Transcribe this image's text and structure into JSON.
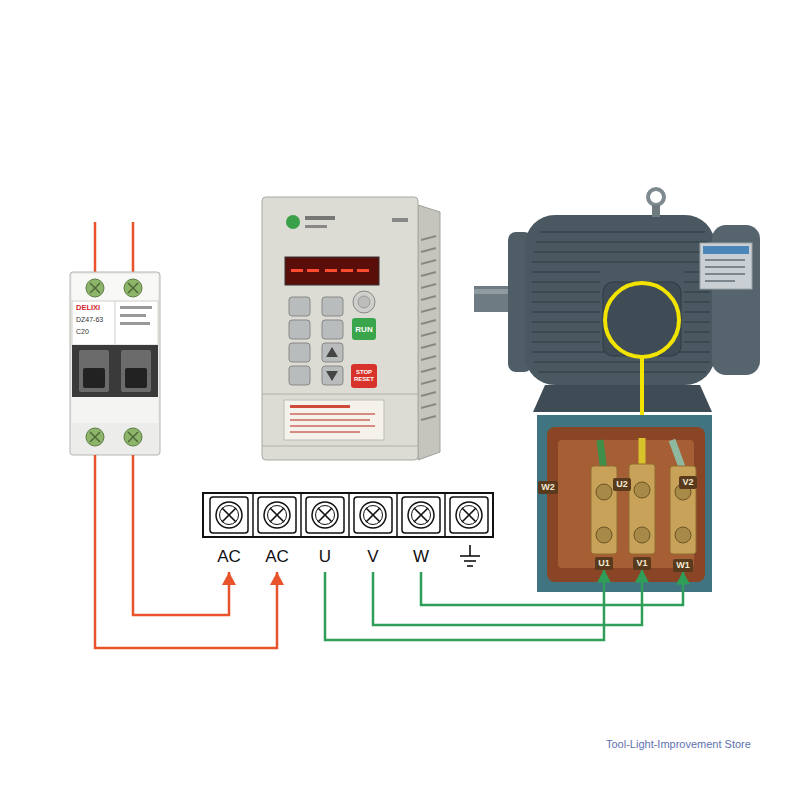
{
  "diagram": {
    "nodes": [
      {
        "text": [
          "DELIXI",
          "DZ47-63",
          "C20"
        ]
      },
      {
        "text": [
          "RUN",
          "STOP RESET"
        ]
      },
      {
        "text": [
          "AC"
        ]
      },
      {
        "text": [
          "AC"
        ]
      },
      {
        "text": [
          "U"
        ]
      },
      {
        "text": [
          "V"
        ]
      },
      {
        "text": [
          "W"
        ]
      },
      {
        "text": [
          "W2"
        ]
      },
      {
        "text": [
          "U2"
        ]
      },
      {
        "text": [
          "V2"
        ]
      },
      {
        "text": [
          "U1"
        ]
      },
      {
        "text": [
          "V1"
        ]
      },
      {
        "text": [
          "W1"
        ]
      }
    ],
    "edges": [
      {
        "from": 0,
        "to": 2,
        "arrow": "to"
      },
      {
        "from": 0,
        "to": 3,
        "arrow": "to"
      },
      {
        "from": 4,
        "to": 10,
        "arrow": "to"
      },
      {
        "from": 5,
        "to": 11,
        "arrow": "to"
      },
      {
        "from": 6,
        "to": 12,
        "arrow": "to"
      }
    ],
    "labels": [
      "Tool-Light-Improvement Store"
    ]
  }
}
